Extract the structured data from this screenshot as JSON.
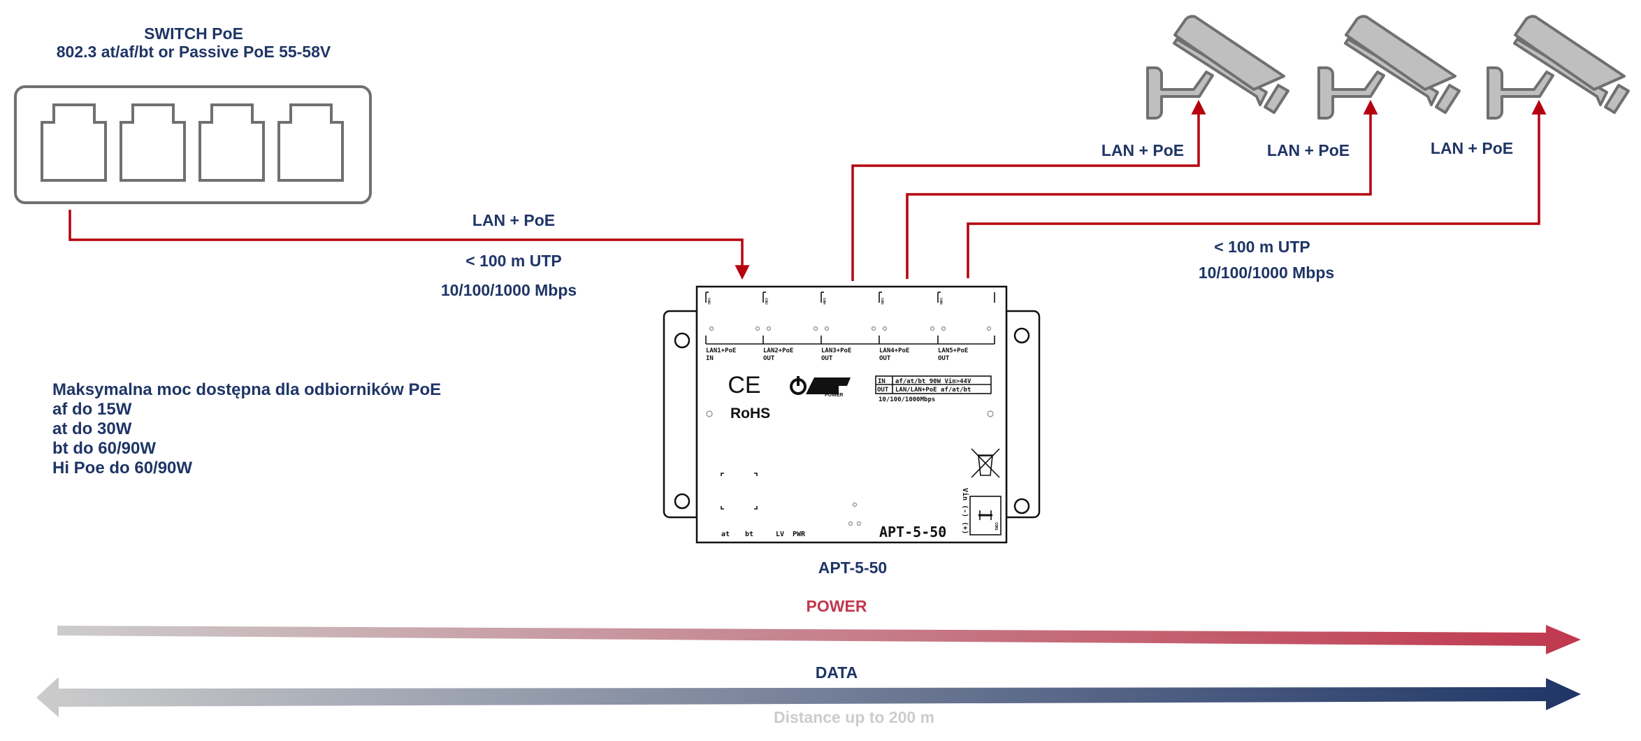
{
  "switch": {
    "title": "SWITCH PoE",
    "subtitle": "802.3 at/af/bt or Passive PoE 55-58V",
    "port_count": 4
  },
  "input_link": {
    "label": "LAN + PoE",
    "distance": "< 100 m UTP",
    "speed": "10/100/1000 Mbps"
  },
  "output_link": {
    "distance": "< 100 m UTP",
    "speed": "10/100/1000 Mbps"
  },
  "cameras": [
    {
      "label": "LAN + PoE"
    },
    {
      "label": "LAN + PoE"
    },
    {
      "label": "LAN + PoE"
    }
  ],
  "power_info": {
    "heading": "Maksymalna moc dostępna dla odbiorników PoE",
    "lines": [
      "af do 15W",
      "at do 30W",
      "bt do 60/90W",
      "Hi Poe do 60/90W"
    ]
  },
  "device": {
    "name": "APT-5-50",
    "model_print": "APT-5-50",
    "ports": [
      {
        "con": "CON2",
        "label": "LAN1+PoE",
        "dir": "IN"
      },
      {
        "con": "CON3",
        "label": "LAN2+PoE",
        "dir": "OUT"
      },
      {
        "con": "CON4",
        "label": "LAN3+PoE",
        "dir": "OUT"
      },
      {
        "con": "CON5",
        "label": "LAN4+PoE",
        "dir": "OUT"
      },
      {
        "con": "CON6",
        "label": "LAN5+PoE",
        "dir": "OUT"
      }
    ],
    "ce": "CE",
    "rohs": "RoHS",
    "logo": "ATTE POWER",
    "spec_table": [
      {
        "k": "IN",
        "v": "af/at/bt 90W Vin>44V"
      },
      {
        "k": "OUT",
        "v": "LAN/LAN+PoE af/at/bt"
      }
    ],
    "spec_speed": "10/100/1000Mbps",
    "leds": [
      "at",
      "bt",
      "LV",
      "PWR"
    ],
    "vin_label": "Vin (-) (+)",
    "con1": "CON1"
  },
  "legend": {
    "power": "POWER",
    "data": "DATA",
    "distance": "Distance up to 200 m",
    "colors": {
      "power": "#c0384e",
      "data": "#1f3566",
      "fade": "#cccccc",
      "wire": "#b5000f"
    }
  }
}
